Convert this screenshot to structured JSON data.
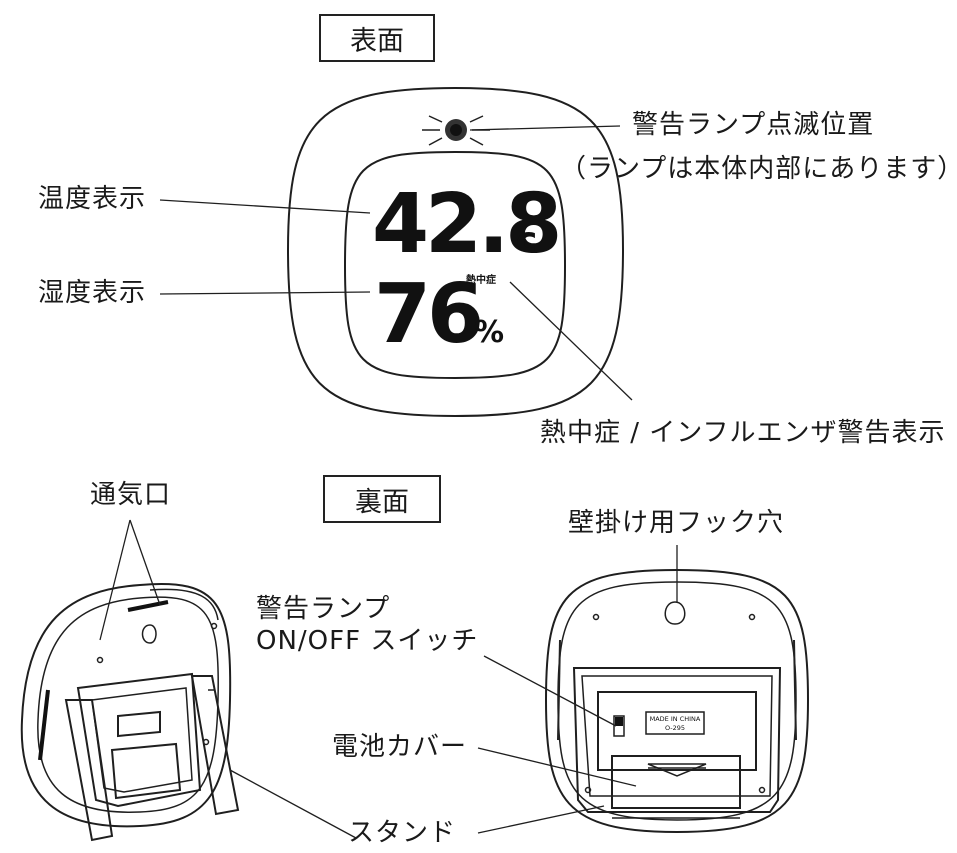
{
  "headings": {
    "front": "表面",
    "back": "裏面"
  },
  "front": {
    "lcd_temperature": "42.8",
    "lcd_temperature_unit": "c",
    "lcd_humidity": "76",
    "lcd_humidity_unit": "%",
    "lcd_heatstroke_mark": "熱中症",
    "labels": {
      "lamp_position": "警告ランプ点滅位置",
      "lamp_note": "（ランプは本体内部にあります）",
      "temperature_display": "温度表示",
      "humidity_display": "湿度表示",
      "warning_display": "熱中症 / インフルエンザ警告表示"
    }
  },
  "back": {
    "labels": {
      "vent": "通気口",
      "wall_hook_hole": "壁掛け用フック穴",
      "lamp_switch_line1": "警告ランプ",
      "lamp_switch_line2": "ON/OFF スイッチ",
      "battery_cover": "電池カバー",
      "stand": "スタンド"
    },
    "sticker_line1": "MADE IN CHINA",
    "sticker_line2": "O-295"
  }
}
